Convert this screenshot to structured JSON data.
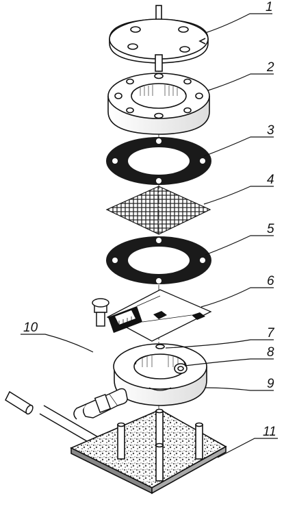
{
  "callouts": [
    {
      "id": "1",
      "label": "1"
    },
    {
      "id": "2",
      "label": "2"
    },
    {
      "id": "3",
      "label": "3"
    },
    {
      "id": "4",
      "label": "4"
    },
    {
      "id": "5",
      "label": "5"
    },
    {
      "id": "6",
      "label": "6"
    },
    {
      "id": "7",
      "label": "7"
    },
    {
      "id": "8",
      "label": "8"
    },
    {
      "id": "9",
      "label": "9"
    },
    {
      "id": "10",
      "label": "10"
    },
    {
      "id": "11",
      "label": "11"
    }
  ],
  "colors": {
    "ink": "#111111",
    "gasket": "#1a1a1a",
    "paper": "#ffffff",
    "mesh": "#222222",
    "base_speckle": "#555555"
  }
}
